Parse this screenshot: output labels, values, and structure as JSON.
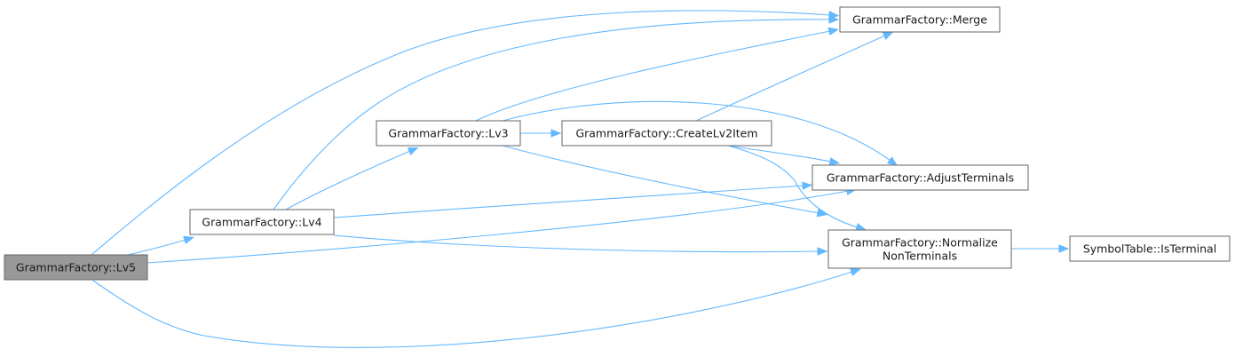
{
  "nodes": [
    {
      "id": "lv5",
      "lines": [
        "GrammarFactory::Lv5"
      ],
      "highlight": true
    },
    {
      "id": "lv4",
      "lines": [
        "GrammarFactory::Lv4"
      ]
    },
    {
      "id": "lv3",
      "lines": [
        "GrammarFactory::Lv3"
      ]
    },
    {
      "id": "create",
      "lines": [
        "GrammarFactory::CreateLv2Item"
      ]
    },
    {
      "id": "merge",
      "lines": [
        "GrammarFactory::Merge"
      ]
    },
    {
      "id": "adjust",
      "lines": [
        "GrammarFactory::AdjustTerminals"
      ]
    },
    {
      "id": "normalize",
      "lines": [
        "GrammarFactory::Normalize",
        "NonTerminals"
      ]
    },
    {
      "id": "isterminal",
      "lines": [
        "SymbolTable::IsTerminal"
      ]
    }
  ],
  "edges": [
    {
      "from": "lv5",
      "to": "merge"
    },
    {
      "from": "lv5",
      "to": "lv4"
    },
    {
      "from": "lv5",
      "to": "adjust"
    },
    {
      "from": "lv5",
      "to": "normalize"
    },
    {
      "from": "lv4",
      "to": "merge"
    },
    {
      "from": "lv4",
      "to": "lv3"
    },
    {
      "from": "lv4",
      "to": "adjust"
    },
    {
      "from": "lv4",
      "to": "normalize"
    },
    {
      "from": "lv3",
      "to": "merge"
    },
    {
      "from": "lv3",
      "to": "create"
    },
    {
      "from": "lv3",
      "to": "adjust"
    },
    {
      "from": "lv3",
      "to": "normalize"
    },
    {
      "from": "create",
      "to": "merge"
    },
    {
      "from": "create",
      "to": "adjust"
    },
    {
      "from": "create",
      "to": "normalize"
    },
    {
      "from": "normalize",
      "to": "isterminal"
    }
  ],
  "colors": {
    "edge": "#63b8ff",
    "node_border": "#666666",
    "highlight_fill": "#999999"
  }
}
